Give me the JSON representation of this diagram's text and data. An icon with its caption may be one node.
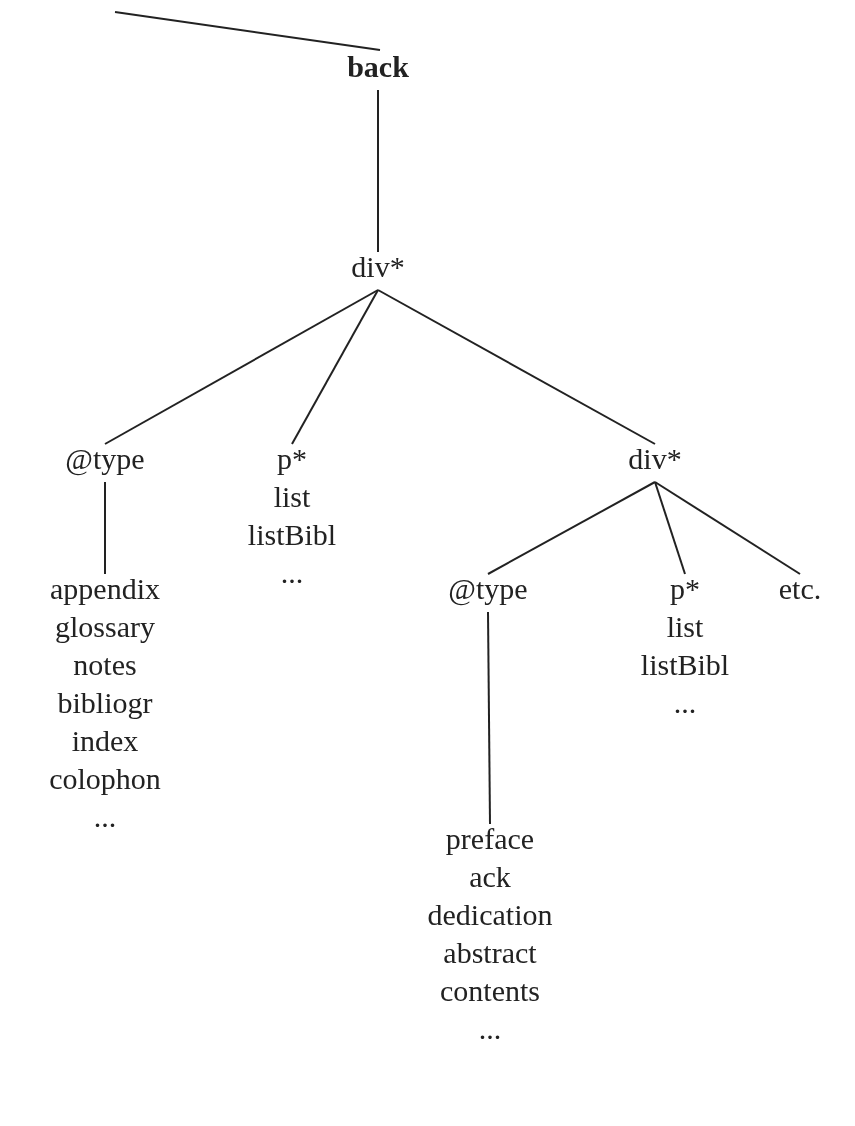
{
  "diagram": {
    "nodes": [
      {
        "text": [
          "back"
        ]
      },
      {
        "text": [
          "div*"
        ]
      },
      {
        "text": [
          "@type"
        ]
      },
      {
        "text": [
          "p*",
          "list",
          "listBibl",
          "..."
        ]
      },
      {
        "text": [
          "div*"
        ]
      },
      {
        "text": [
          "appendix",
          "glossary",
          "notes",
          "bibliogr",
          "index",
          "colophon",
          "..."
        ]
      },
      {
        "text": [
          "@type"
        ]
      },
      {
        "text": [
          "p*",
          "list",
          "listBibl",
          "..."
        ]
      },
      {
        "text": [
          "etc."
        ]
      },
      {
        "text": [
          "preface",
          "ack",
          "dedication",
          "abstract",
          "contents",
          "..."
        ]
      }
    ],
    "edges": [
      {
        "from": null,
        "to": 0,
        "arrow": "none"
      },
      {
        "from": 0,
        "to": 1,
        "arrow": "none"
      },
      {
        "from": 1,
        "to": 2,
        "arrow": "none"
      },
      {
        "from": 1,
        "to": 3,
        "arrow": "none"
      },
      {
        "from": 1,
        "to": 4,
        "arrow": "none"
      },
      {
        "from": 2,
        "to": 5,
        "arrow": "none"
      },
      {
        "from": 4,
        "to": 6,
        "arrow": "none"
      },
      {
        "from": 4,
        "to": 7,
        "arrow": "none"
      },
      {
        "from": 4,
        "to": 8,
        "arrow": "none"
      },
      {
        "from": 6,
        "to": 9,
        "arrow": "none"
      }
    ]
  }
}
